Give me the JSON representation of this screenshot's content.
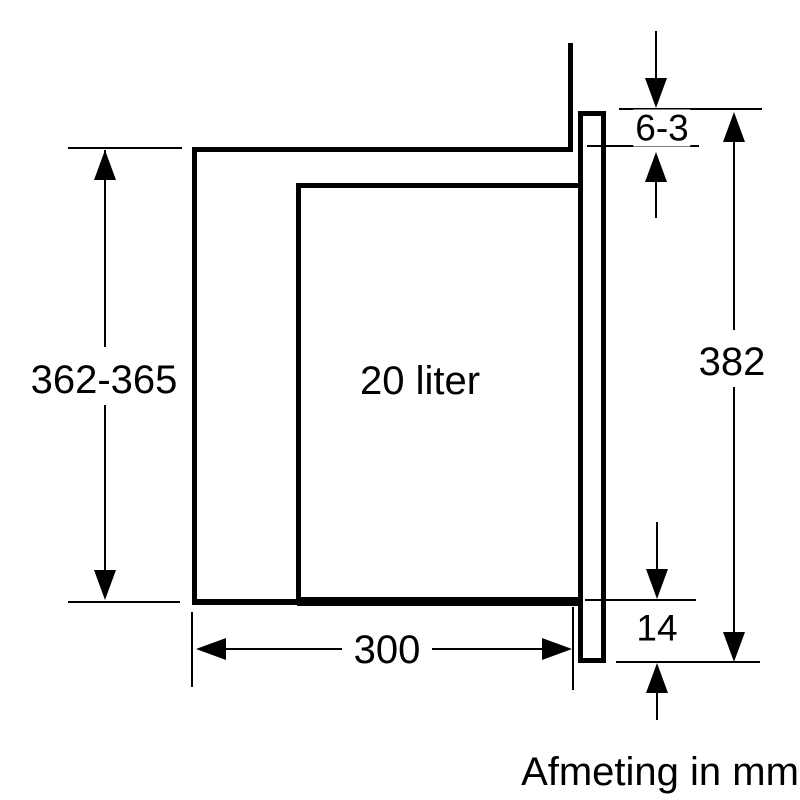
{
  "title": "Afmeting in mm",
  "unit": "mm",
  "drawing": {
    "capacity_label": "20 liter",
    "dimensions": {
      "niche_height": "362-365",
      "top_clearance": "6-3",
      "front_height": "382",
      "niche_depth": "300",
      "bottom_overlap": "14"
    }
  },
  "colors": {
    "line": "#000000",
    "background": "#ffffff"
  }
}
